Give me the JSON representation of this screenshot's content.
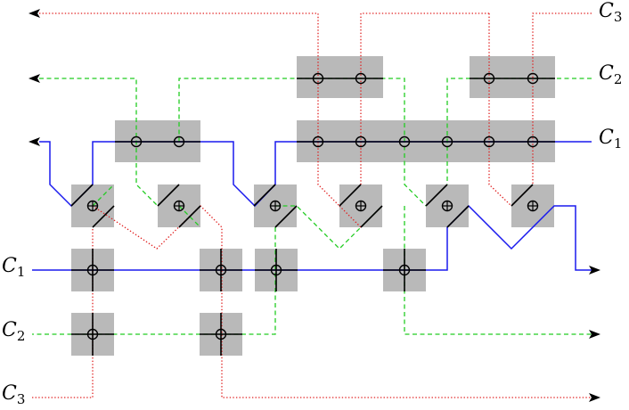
{
  "labels": {
    "right_top": {
      "base": "C",
      "sub": "3"
    },
    "right_mid": {
      "base": "C",
      "sub": "2"
    },
    "right_low": {
      "base": "C",
      "sub": "1"
    },
    "left_c1": {
      "base": "C",
      "sub": "1"
    },
    "left_c2": {
      "base": "C",
      "sub": "2"
    },
    "left_c3": {
      "base": "C",
      "sub": "3"
    }
  },
  "colors": {
    "c1_wire": "#1a1aee",
    "c2_wire": "#22cc22",
    "c3_wire": "#e02020",
    "gate_tile": "#9e9e9e"
  }
}
